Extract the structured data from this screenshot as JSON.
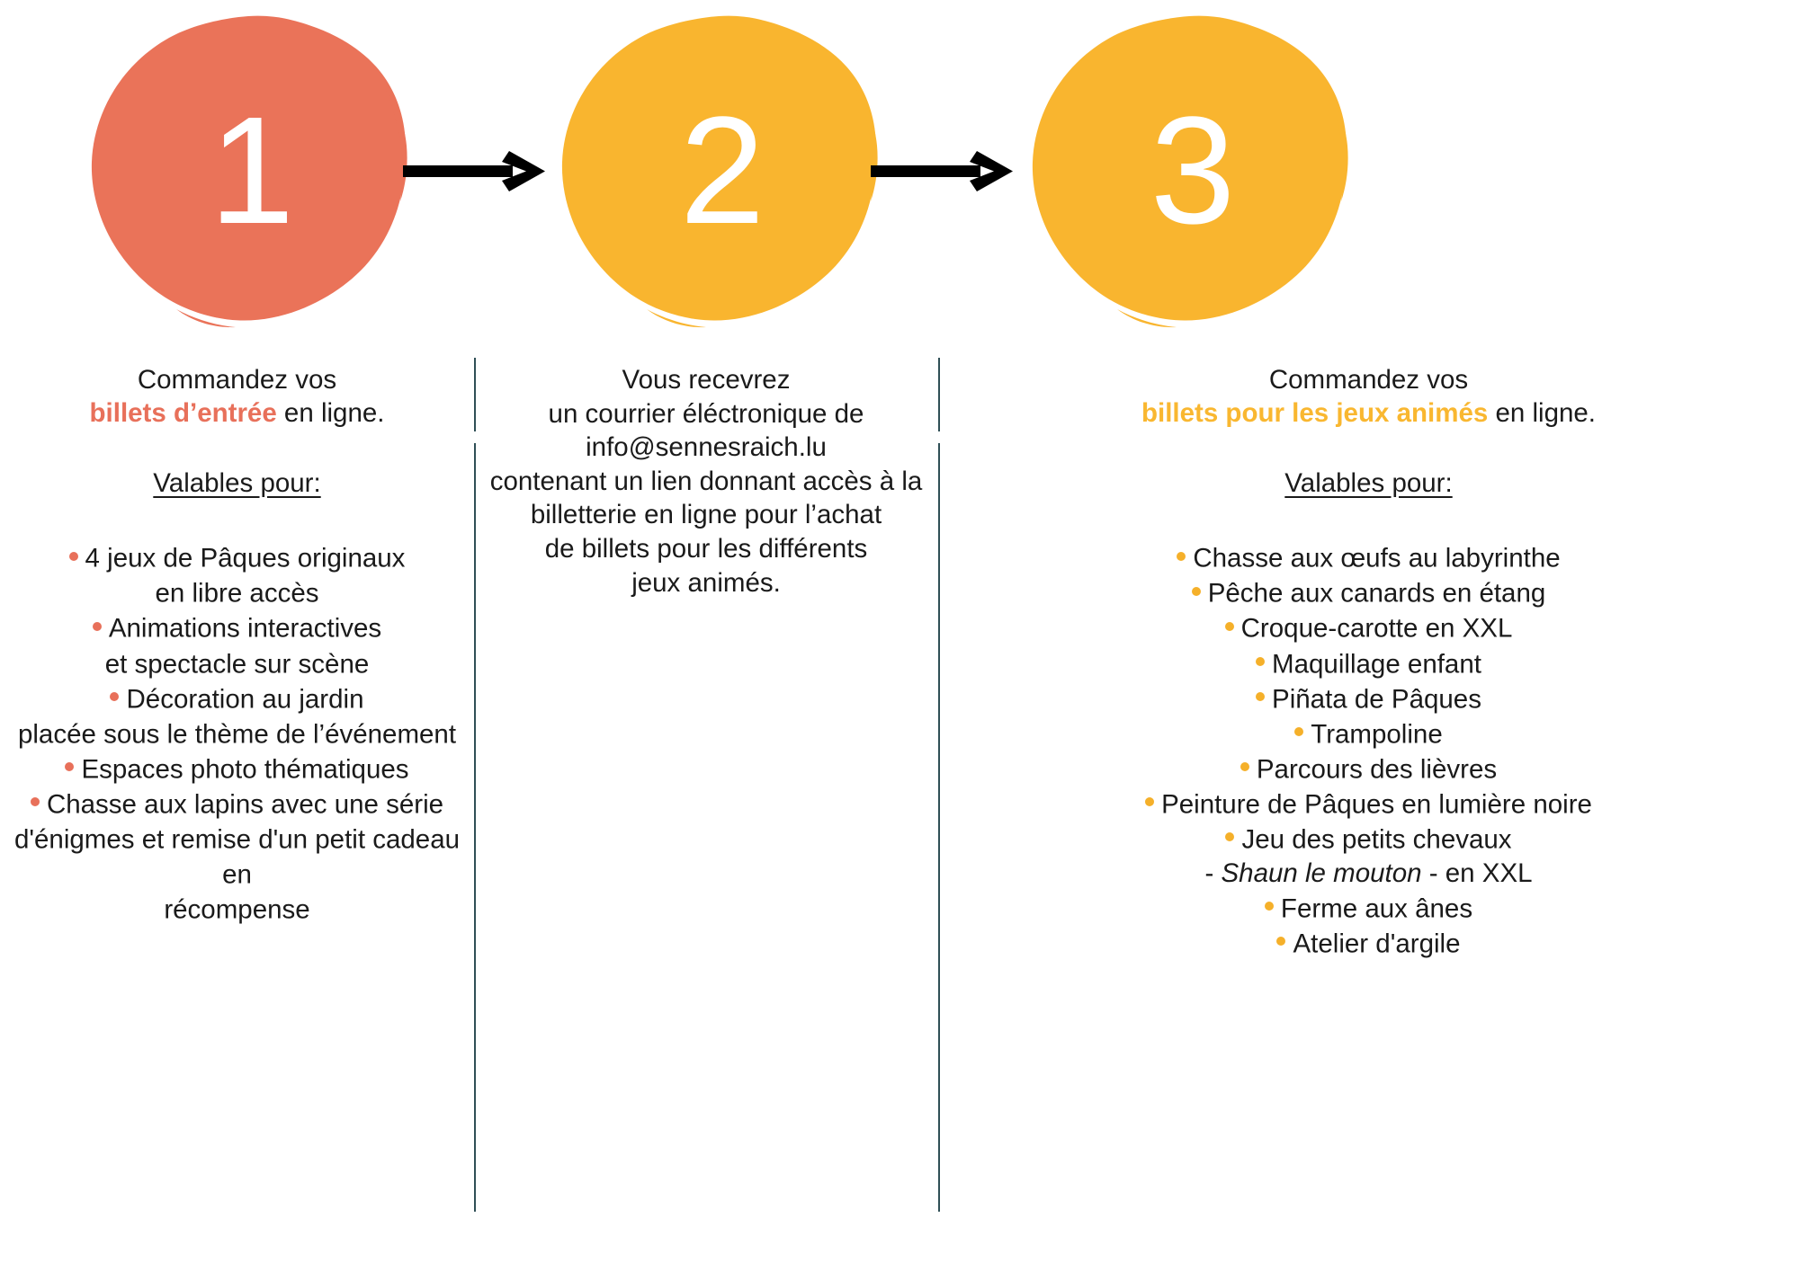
{
  "steps": [
    {
      "number": "1",
      "color": "#ea7359",
      "name": "step-1"
    },
    {
      "number": "2",
      "color": "#f9b52f",
      "name": "step-2"
    },
    {
      "number": "3",
      "color": "#f9b52f",
      "name": "step-3"
    }
  ],
  "colors": {
    "step1_fill": "#ea7359",
    "step2_fill": "#f9b52f",
    "step3_fill": "#f9b52f",
    "accent_red": "#e8705a",
    "accent_yellow": "#f9b730",
    "bullet_red": "#e8705a",
    "bullet_yellow": "#f5b02a",
    "divider": "#2f4f56",
    "arrow": "#000000",
    "text": "#1a1a1a"
  },
  "column1": {
    "lead_pre": "Commandez vos",
    "lead_highlight": "billets d’entrée",
    "lead_post": " en ligne.",
    "valables_label": "Valables pour:",
    "bullets": [
      "4 jeux de Pâques originaux\nen libre accès",
      "Animations interactives\net spectacle sur scène",
      "Décoration au jardin\nplacée sous le thème de l’événement",
      "Espaces photo thématiques",
      "Chasse aux lapins avec une série\nd'énigmes et remise d'un petit cadeau en\nrécompense"
    ]
  },
  "column2": {
    "lines": [
      "Vous recevrez",
      "un courrier éléctronique de",
      "info@sennesraich.lu",
      "contenant un lien donnant accès à la",
      "billetterie en ligne pour l’achat",
      "de billets pour les différents",
      "jeux animés."
    ],
    "email": "info@sennesraich.lu"
  },
  "column3": {
    "lead_pre": "Commandez vos",
    "lead_highlight": "billets pour les jeux animés",
    "lead_post": " en ligne.",
    "valables_label": "Valables pour:",
    "bullets": [
      "Chasse aux œufs au labyrinthe",
      "Pêche aux canards en étang",
      "Croque-carotte en XXL",
      "Maquillage enfant",
      "Piñata de Pâques",
      "Trampoline",
      "Parcours des lièvres",
      "Peinture de Pâques en lumière noire",
      "Jeu des petits chevaux",
      "Ferme aux ânes",
      "Atelier d'argile"
    ],
    "special_item": {
      "prefix": "- ",
      "italic": "Shaun le mouton",
      "suffix": " - en XXL"
    }
  }
}
